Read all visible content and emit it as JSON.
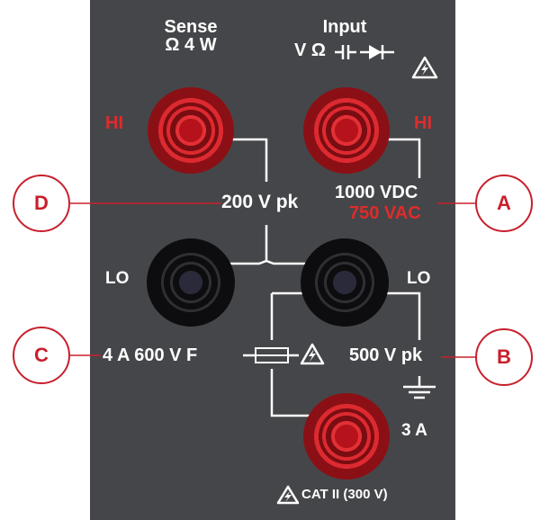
{
  "header": {
    "sense_title": "Sense",
    "sense_sub": "Ω 4 W",
    "input_title": "Input",
    "input_sub": "V Ω"
  },
  "jacks": {
    "sense_hi": "HI",
    "input_hi": "HI",
    "sense_lo": "LO",
    "input_lo": "LO",
    "current": "3 A"
  },
  "ratings": {
    "sense": "200 V pk",
    "input_dc": "1000 VDC",
    "input_ac": "750 VAC",
    "fuse": "4 A 600 V F",
    "ground": "500 V pk",
    "category": "CAT II (300 V)"
  },
  "callouts": {
    "a": "A",
    "b": "B",
    "c": "C",
    "d": "D"
  },
  "colors": {
    "panel": "#454649",
    "callout": "#c8202d",
    "hi_label": "#e02b2b",
    "red_jack": "#d3262a",
    "black_jack": "#151518"
  },
  "icons": [
    "warning-icon",
    "capacitor-icon",
    "diode-icon",
    "fuse-icon",
    "ground-icon"
  ]
}
